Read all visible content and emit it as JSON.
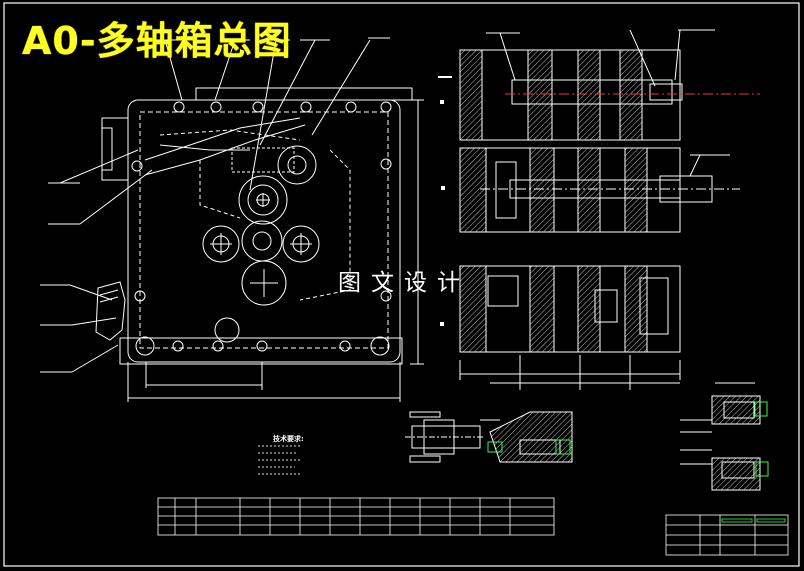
{
  "drawing": {
    "title": "A0-多轴箱总图",
    "watermark": "图文设计",
    "tech_requirements_heading": "技术要求:"
  },
  "colors": {
    "background": "#000000",
    "lines": "#ffffff",
    "title": "#ffff22",
    "centerline": "#ff3333",
    "accent_green": "#33ff33",
    "accent_blue": "#3366ff"
  }
}
